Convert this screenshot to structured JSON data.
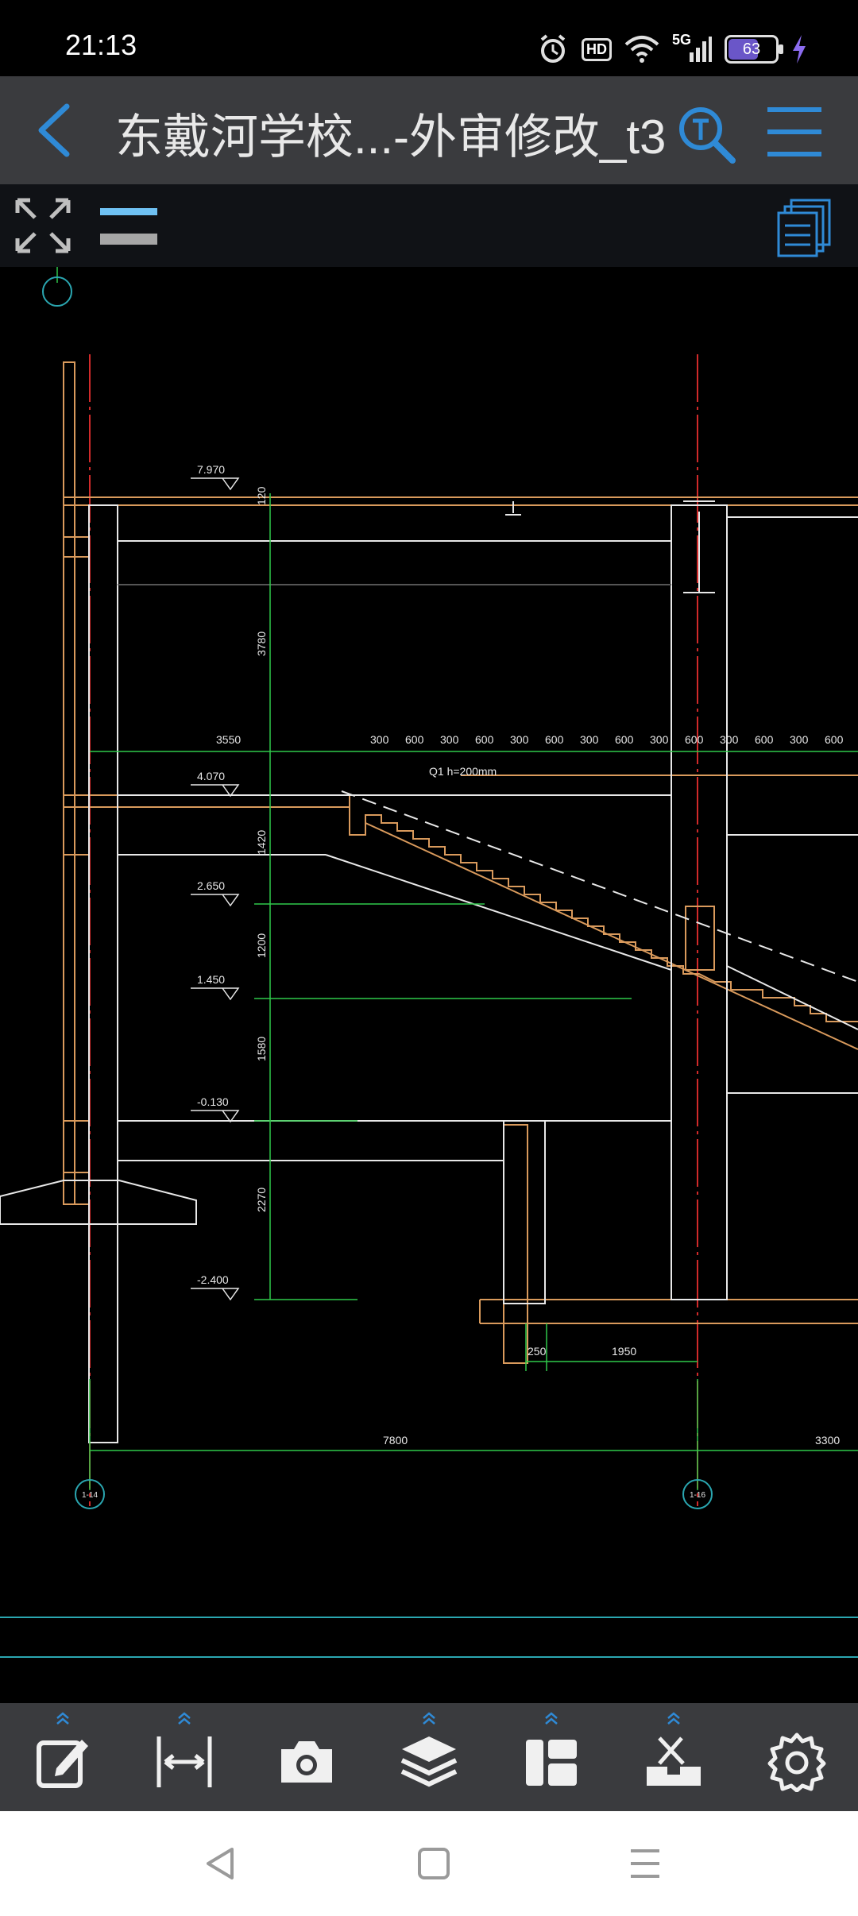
{
  "status": {
    "time": "21:13",
    "hd": "HD",
    "network": "5G",
    "battery": "63",
    "icons": [
      "alarm-icon",
      "hd-icon",
      "wifi-icon",
      "signal-icon",
      "battery-icon",
      "charging-icon"
    ]
  },
  "appbar": {
    "title": "东戴河学校...-外审修改_t3",
    "accent": "#2f8ad6",
    "background": "#3a3b3e"
  },
  "drawing": {
    "levels": [
      "7.970",
      "4.070",
      "2.650",
      "1.450",
      "-0.130",
      "-2.400"
    ],
    "vertical_dims": [
      "120",
      "3780",
      "1420",
      "1200",
      "1580",
      "2270"
    ],
    "horizontal_dims": [
      "3550",
      "300",
      "600",
      "300",
      "600",
      "300",
      "600",
      "300",
      "600",
      "300",
      "600",
      "300",
      "600",
      "300",
      "600"
    ],
    "stair_note": "Q1 h=200mm",
    "base_dims": [
      "250",
      "1950"
    ],
    "span_dims": [
      "7800",
      "3300"
    ],
    "axis_labels": [
      "1-14",
      "1-16"
    ],
    "colors": {
      "structure": "#d99a5c",
      "dimension": "#2fc94a",
      "axis": "#d12a2a",
      "lines": "#e8e8e8",
      "grid": "#2aa6b0"
    }
  },
  "bottom_tools": [
    "edit-icon",
    "measure-icon",
    "camera-icon",
    "layers-icon",
    "layout-icon",
    "toolbox-icon",
    "settings-icon"
  ]
}
